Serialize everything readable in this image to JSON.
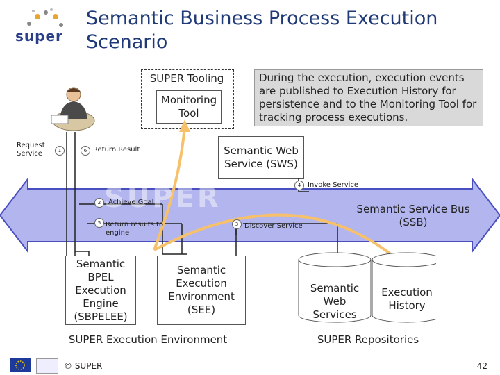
{
  "slide": {
    "title": "Semantic Business Process Execution Scenario",
    "logo_text": "super",
    "page_number": "42",
    "copyright": "© SUPER"
  },
  "tooling": {
    "label": "SUPER Tooling",
    "monitoring_tool": "Monitoring Tool"
  },
  "note": "During the execution, execution events are published to Execution History for persistence and to the Monitoring Tool for tracking process executions.",
  "sws": "Semantic Web Service (SWS)",
  "bus": {
    "label": "Semantic Service Bus (SSB)",
    "watermark": "SUPER"
  },
  "steps": {
    "request_service": "Request Service",
    "s1": "1",
    "s6": "6",
    "return_result": "Return Result",
    "s4": "4",
    "invoke_service": "Invoke Service",
    "s2": "2",
    "achieve_goal": "Achieve Goal",
    "s5": "5",
    "return_results_engine": "Return results to engine",
    "s3": "3",
    "discover_service": "Discover Service"
  },
  "sbpelee": "Semantic BPEL Execution Engine (SBPELEE)",
  "see": "Semantic Execution Environment (SEE)",
  "execution_env_label": "SUPER Execution Environment",
  "repositories": {
    "label": "SUPER Repositories",
    "web_services": "Semantic Web Services",
    "execution_history": "Execution History"
  },
  "colors": {
    "bus_fill": "#b3b6ee",
    "bus_stroke": "#4a4fc0",
    "arrow_orange": "#f6c16a",
    "title": "#1f3a77"
  }
}
